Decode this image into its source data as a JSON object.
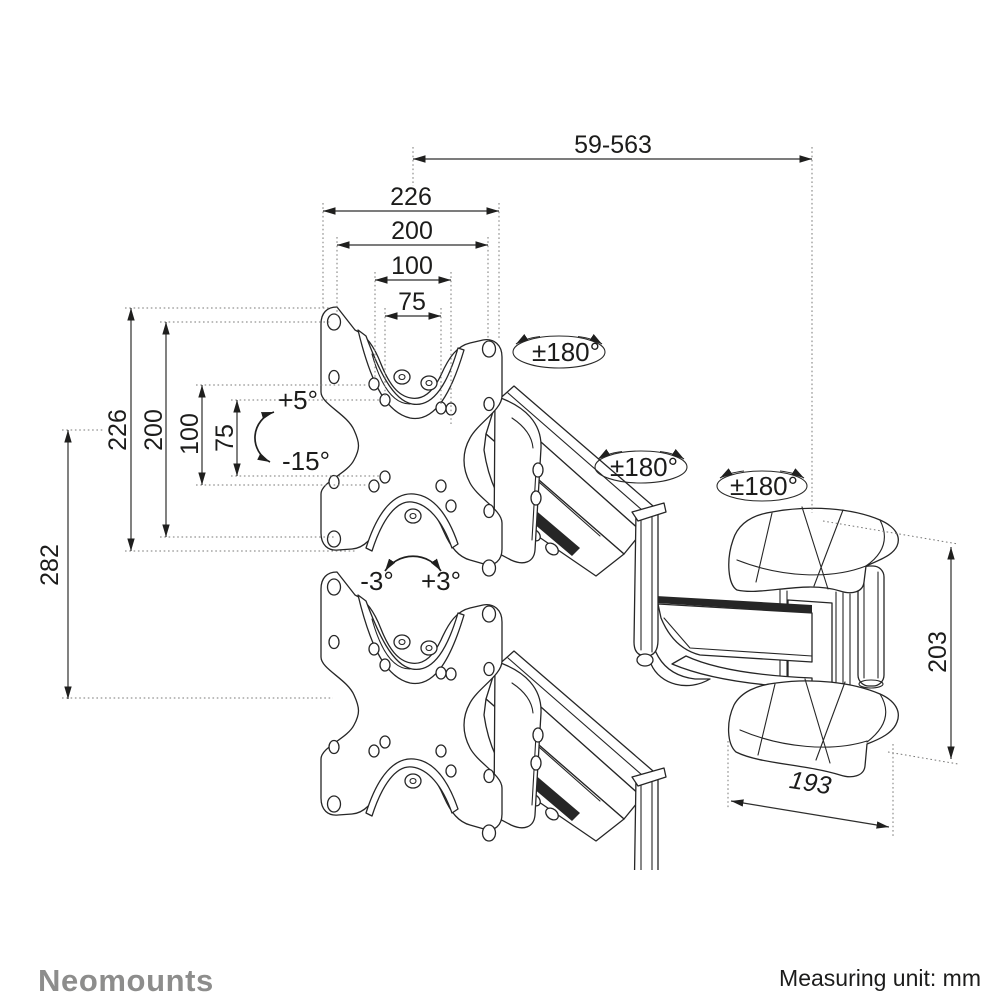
{
  "dims": {
    "arm_extension": "59-563",
    "plate_width_outer": "226",
    "vesa_width_200": "200",
    "vesa_width_100": "100",
    "vesa_width_75": "75",
    "plate_height_outer": "226",
    "vesa_height_200": "200",
    "vesa_height_100": "100",
    "vesa_height_75": "75",
    "height_adjustment": "282",
    "bracket_height": "203",
    "bracket_depth": "193"
  },
  "angles": {
    "swivel_plate": "±180°",
    "swivel_mid_joint": "±180°",
    "swivel_wall_joint": "±180°",
    "tilt_up": "+5°",
    "tilt_down": "-15°",
    "roll_left": "-3°",
    "roll_right": "+3°"
  },
  "footer": {
    "brand": "Neomounts",
    "unit_note": "Measuring unit: mm"
  },
  "colors": {
    "line": "#262626",
    "dimension": "#2e2e2d",
    "extension_dotted": "#787877",
    "ghost": "#c0c0c0",
    "brand_gray": "#8d8d8c",
    "background": "#ffffff"
  }
}
